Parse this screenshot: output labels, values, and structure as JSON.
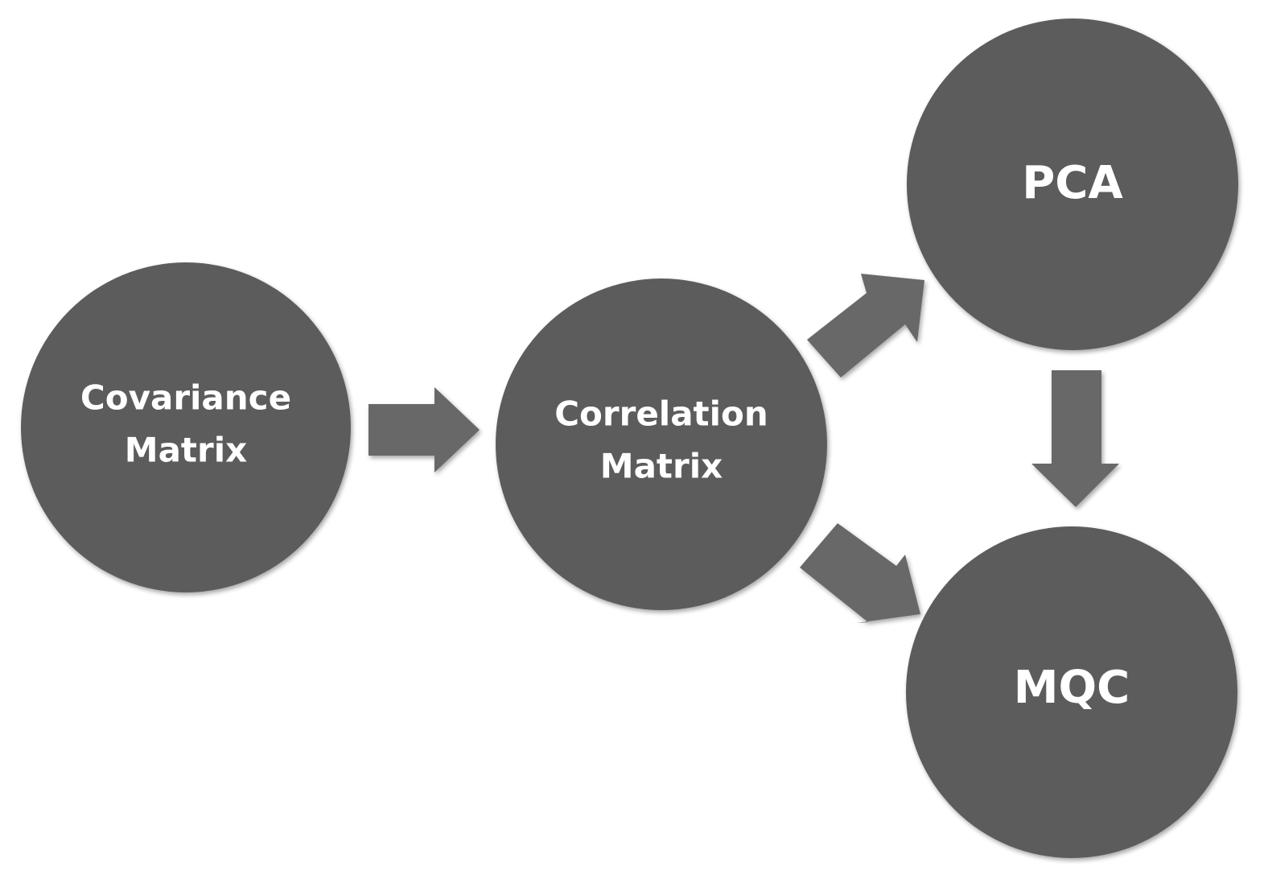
{
  "colors": {
    "node_fill": "#5b5b5b",
    "arrow_fill": "#686868",
    "label_text": "#ffffff",
    "background": "#ffffff"
  },
  "nodes": {
    "covariance": {
      "line1": "Covariance",
      "line2": "Matrix"
    },
    "correlation": {
      "line1": "Correlation",
      "line2": "Matrix"
    },
    "pca": {
      "label": "PCA"
    },
    "mqc": {
      "label": "MQC"
    }
  },
  "edges": [
    {
      "from": "Covariance Matrix",
      "to": "Correlation Matrix"
    },
    {
      "from": "Correlation Matrix",
      "to": "PCA"
    },
    {
      "from": "Correlation Matrix",
      "to": "MQC"
    },
    {
      "from": "PCA",
      "to": "MQC"
    }
  ]
}
